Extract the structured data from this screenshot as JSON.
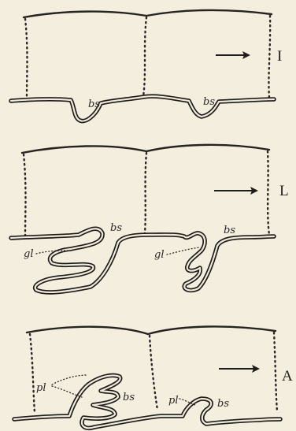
{
  "stages": [
    {
      "id": "I",
      "label": "I",
      "annotations": {
        "bs_left": "bs",
        "bs_right": "bs"
      }
    },
    {
      "id": "L",
      "label": "L",
      "annotations": {
        "bs_left": "bs",
        "gl_left": "gl",
        "bs_right": "bs",
        "gl_right": "gl"
      }
    },
    {
      "id": "A",
      "label": "A",
      "annotations": {
        "pl_left": "pl",
        "bs_left": "bs",
        "pl_right": "pl",
        "bs_right": "bs"
      }
    }
  ],
  "colors": {
    "paper": "#f3eede",
    "ink": "#262320"
  },
  "icons": [
    "arrow-right-icon"
  ]
}
